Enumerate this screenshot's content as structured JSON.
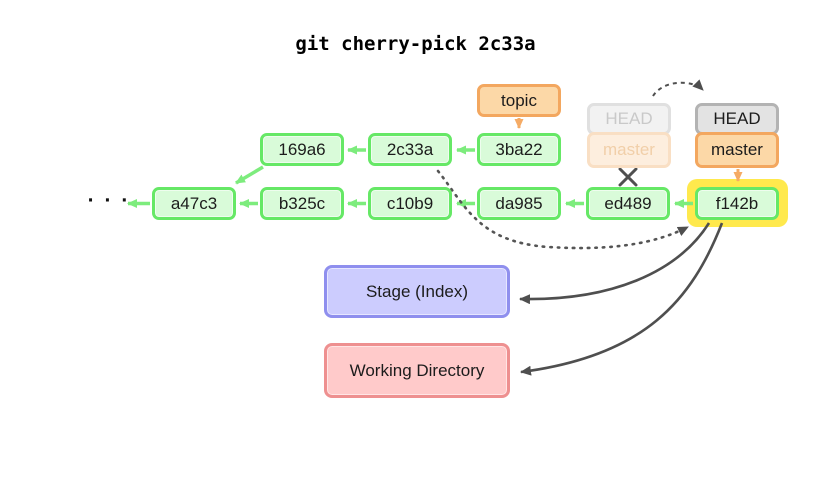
{
  "title": "git cherry-pick 2c33a",
  "ellipsis": "· · ·",
  "commits": {
    "topic_row": [
      {
        "id": "169a6"
      },
      {
        "id": "2c33a"
      },
      {
        "id": "3ba22"
      }
    ],
    "master_row": [
      {
        "id": "a47c3"
      },
      {
        "id": "b325c"
      },
      {
        "id": "c10b9"
      },
      {
        "id": "da985"
      },
      {
        "id": "ed489"
      },
      {
        "id": "f142b"
      }
    ]
  },
  "refs": {
    "topic": "topic",
    "head_old": "HEAD",
    "master_old": "master",
    "head_new": "HEAD",
    "master_new": "master"
  },
  "areas": {
    "stage": "Stage (Index)",
    "working_directory": "Working Directory"
  },
  "highlighted_commit": "f142b",
  "cherry_picked_commit": "2c33a",
  "colors": {
    "commit_fill": "#d9fbd9",
    "commit_border": "#66e866",
    "commit_arrow": "#7dec7d",
    "branch_fill": "#fcd8a7",
    "branch_border": "#f3a75f",
    "branch_arrow": "#f5ab65",
    "head_fill": "#e3e3e3",
    "head_border": "#b3b3b3",
    "highlight": "#ffe94d",
    "stage_fill": "#ccccfe",
    "stage_border": "#8f8fee",
    "working_dir_fill": "#ffcaca",
    "working_dir_border": "#ee9090",
    "connector": "#4f4f4f"
  }
}
